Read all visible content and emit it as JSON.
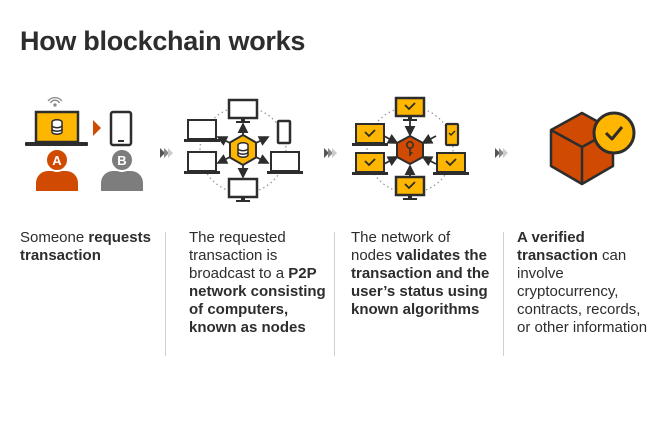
{
  "title": "How blockchain works",
  "colors": {
    "accent_orange": "#d04a02",
    "accent_yellow": "#ffb600",
    "dark": "#2d2d2d",
    "grey": "#7d7d7d"
  },
  "steps": [
    {
      "badge_a": "A",
      "badge_b": "B",
      "parts": [
        {
          "t": "Someone ",
          "b": false
        },
        {
          "t": "requests transaction",
          "b": true
        }
      ]
    },
    {
      "parts": [
        {
          "t": "The requested transaction is broadcast to a ",
          "b": false
        },
        {
          "t": "P2P network consisting of computers, known as nodes",
          "b": true
        }
      ]
    },
    {
      "parts": [
        {
          "t": "The network of nodes ",
          "b": false
        },
        {
          "t": "validates the transaction and the user’s status using known algorithms",
          "b": true
        }
      ]
    },
    {
      "parts": [
        {
          "t": "A verified transaction",
          "b": true
        },
        {
          "t": " can involve cryptocurrency, contracts, records, or other information",
          "b": false
        }
      ]
    }
  ]
}
